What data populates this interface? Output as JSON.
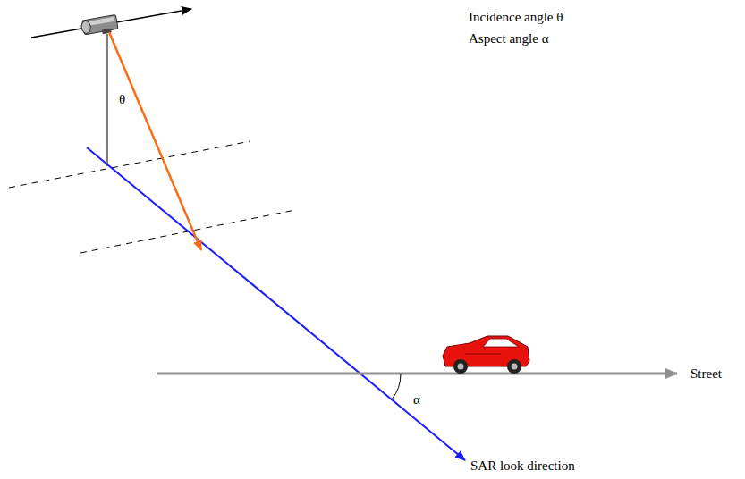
{
  "diagram": {
    "labels": [
      "Incidence angle θ",
      "Aspect angle α",
      "θ",
      "α",
      "Street",
      "SAR look direction"
    ]
  }
}
